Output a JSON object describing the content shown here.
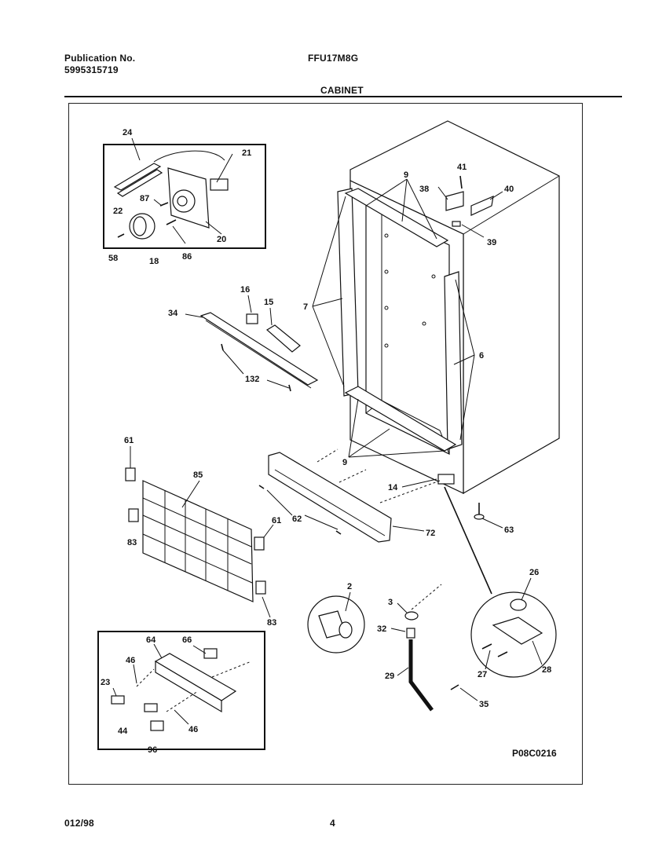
{
  "header": {
    "publication_label": "Publication No.",
    "publication_number": "5995315719",
    "model": "FFU17M8G",
    "section_title": "CABINET"
  },
  "footer": {
    "date_code": "012/98",
    "page_number": "4"
  },
  "diagram": {
    "drawing_code": "P08C0216",
    "callouts": {
      "c24": "24",
      "c21": "21",
      "c87": "87",
      "c22": "22",
      "c20": "20",
      "c58": "58",
      "c18": "18",
      "c86": "86",
      "c9a": "9",
      "c41": "41",
      "c38": "38",
      "c40": "40",
      "c39": "39",
      "c7": "7",
      "c6": "6",
      "c9b": "9",
      "c16": "16",
      "c15": "15",
      "c34": "34",
      "c132": "132",
      "c61a": "61",
      "c85": "85",
      "c83a": "83",
      "c61b": "61",
      "c83b": "83",
      "c62": "62",
      "c72": "72",
      "c14": "14",
      "c63": "63",
      "c2": "2",
      "c3": "3",
      "c32": "32",
      "c29": "29",
      "c35": "35",
      "c26": "26",
      "c27": "27",
      "c28": "28",
      "c64": "64",
      "c66": "66",
      "c46a": "46",
      "c23": "23",
      "c44": "44",
      "c46b": "46",
      "c96": "96"
    }
  }
}
